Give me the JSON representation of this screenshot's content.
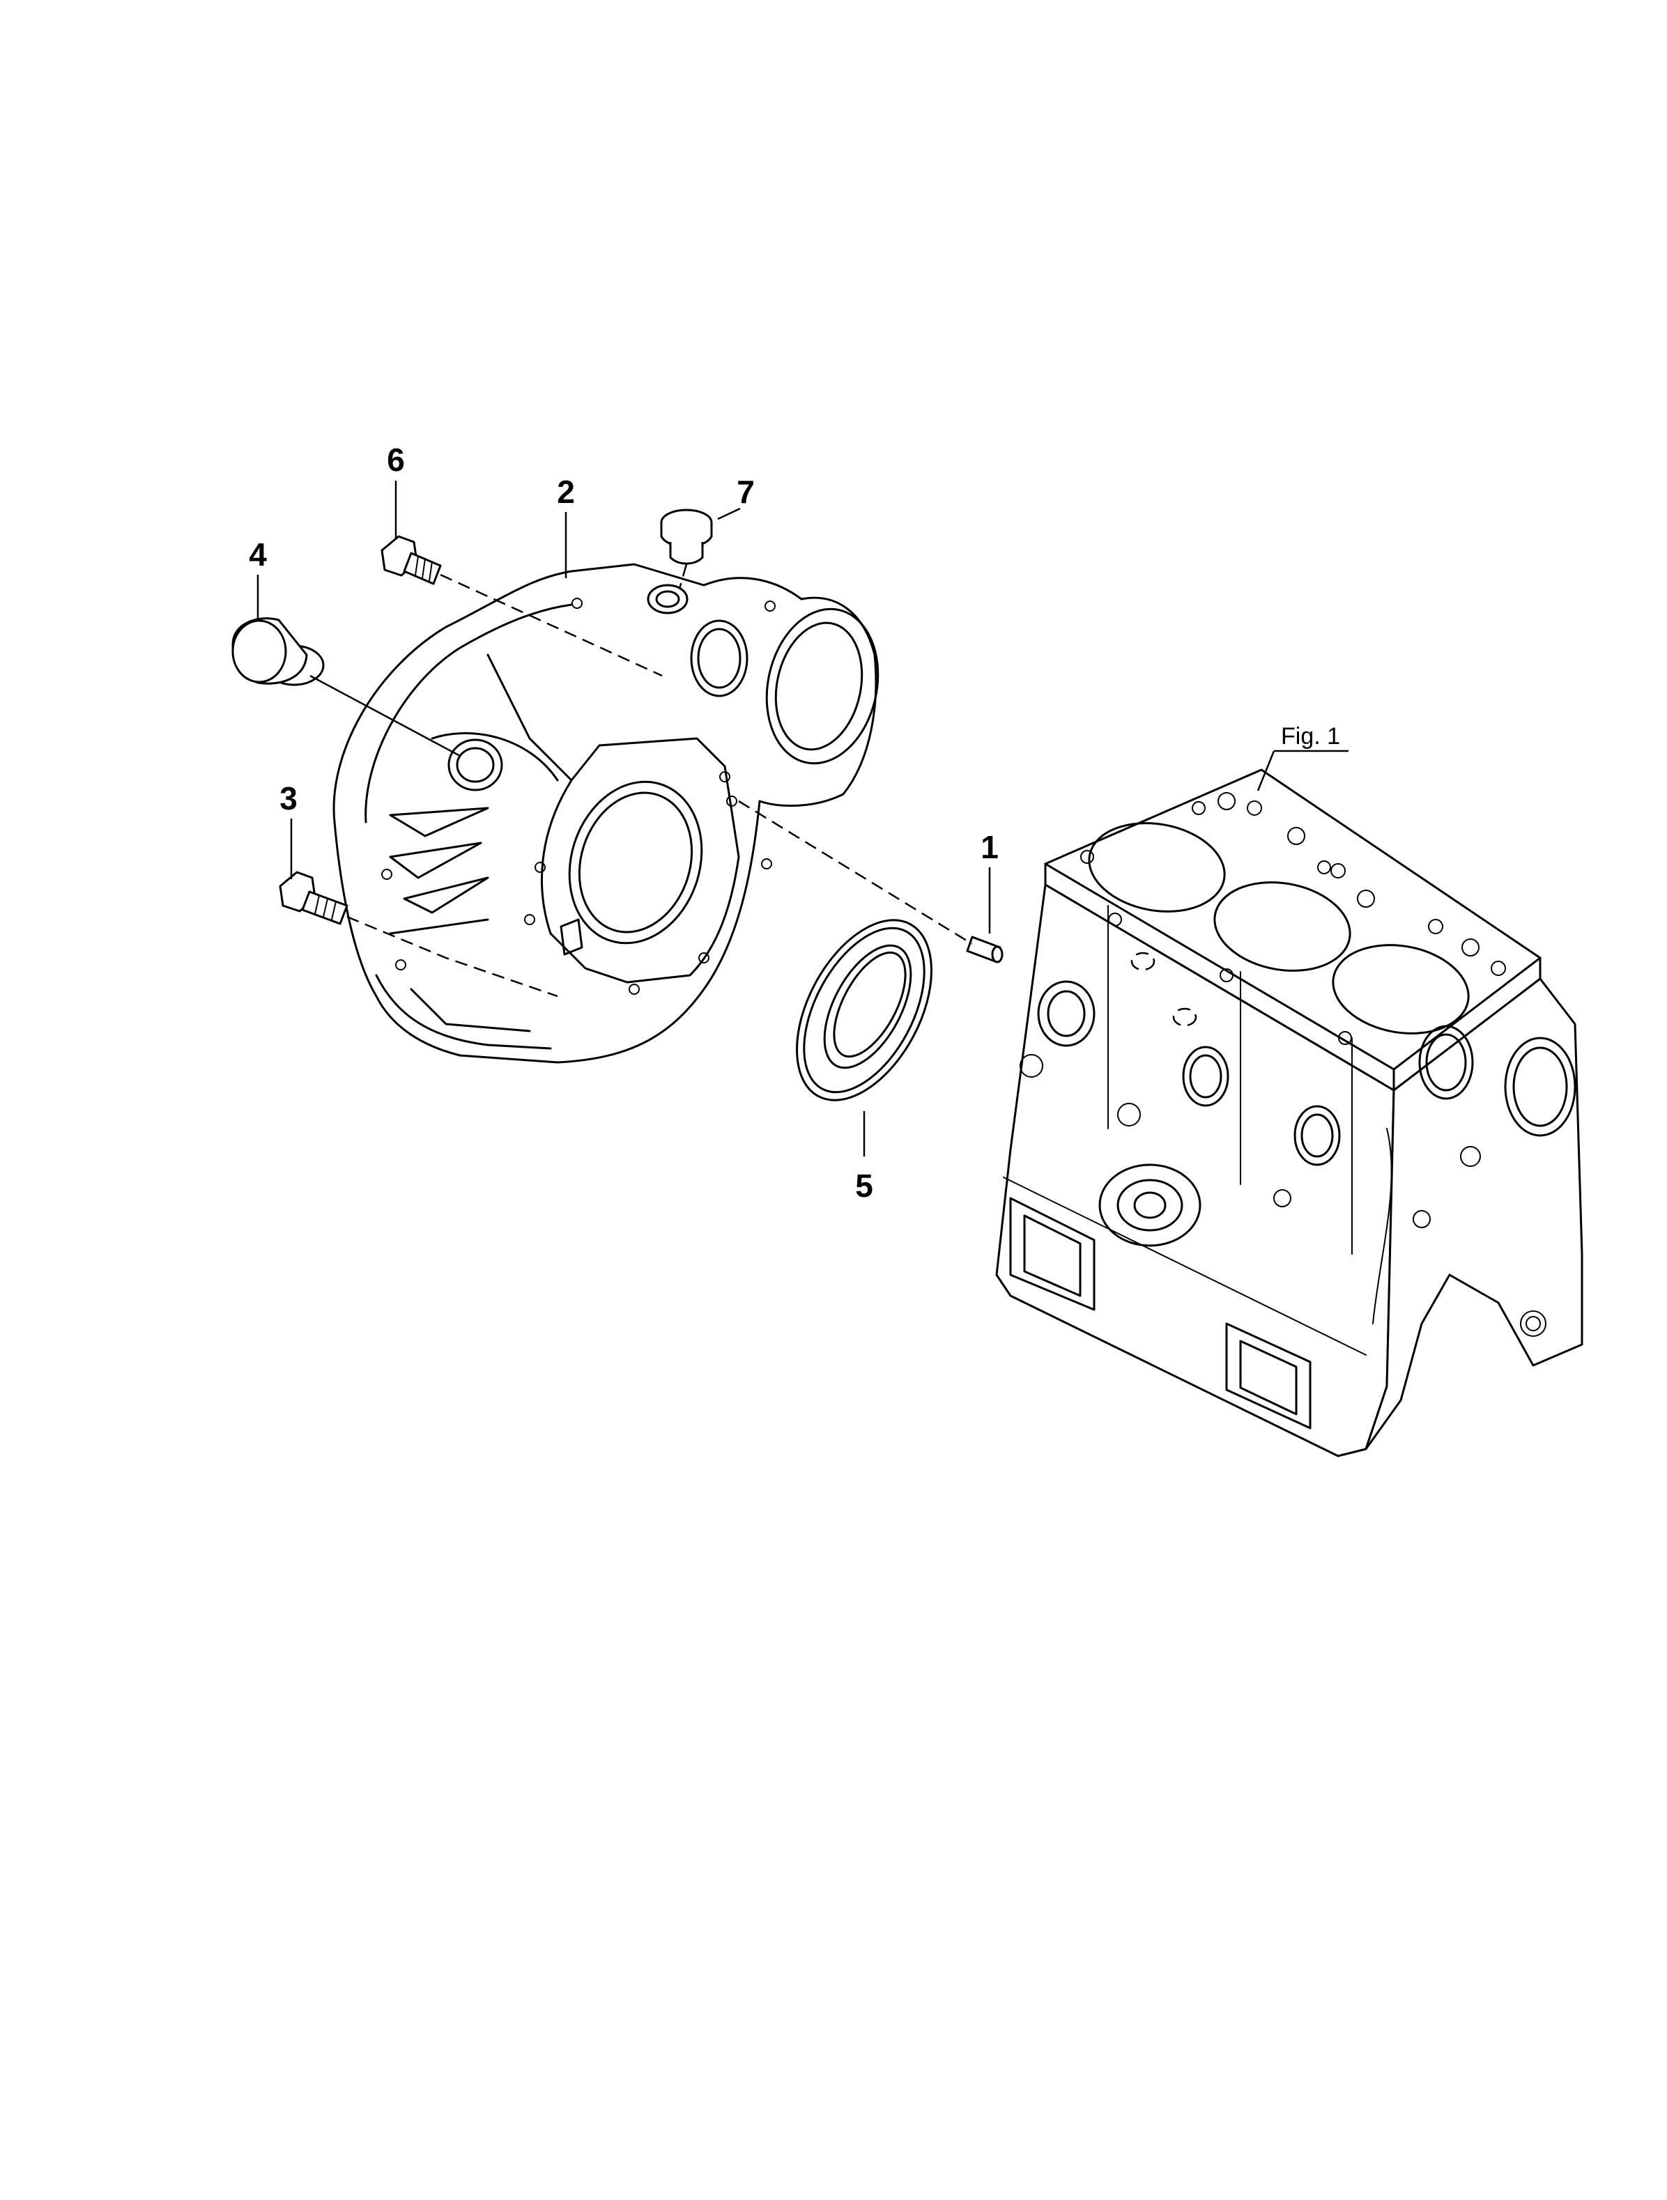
{
  "callouts": [
    {
      "id": "1",
      "label": "1"
    },
    {
      "id": "2",
      "label": "2"
    },
    {
      "id": "3",
      "label": "3"
    },
    {
      "id": "4",
      "label": "4"
    },
    {
      "id": "5",
      "label": "5"
    },
    {
      "id": "6",
      "label": "6"
    },
    {
      "id": "7",
      "label": "7"
    }
  ],
  "figure_reference": "Fig. 1",
  "parts": [
    {
      "id": "1",
      "icon": "dowel-pin-icon"
    },
    {
      "id": "2",
      "icon": "flywheel-housing-icon"
    },
    {
      "id": "3",
      "icon": "bolt-icon"
    },
    {
      "id": "4",
      "icon": "cap-plug-icon"
    },
    {
      "id": "5",
      "icon": "oil-seal-icon"
    },
    {
      "id": "6",
      "icon": "bolt-icon"
    },
    {
      "id": "7",
      "icon": "plug-icon"
    }
  ],
  "reference_assembly_icon": "cylinder-block-icon"
}
